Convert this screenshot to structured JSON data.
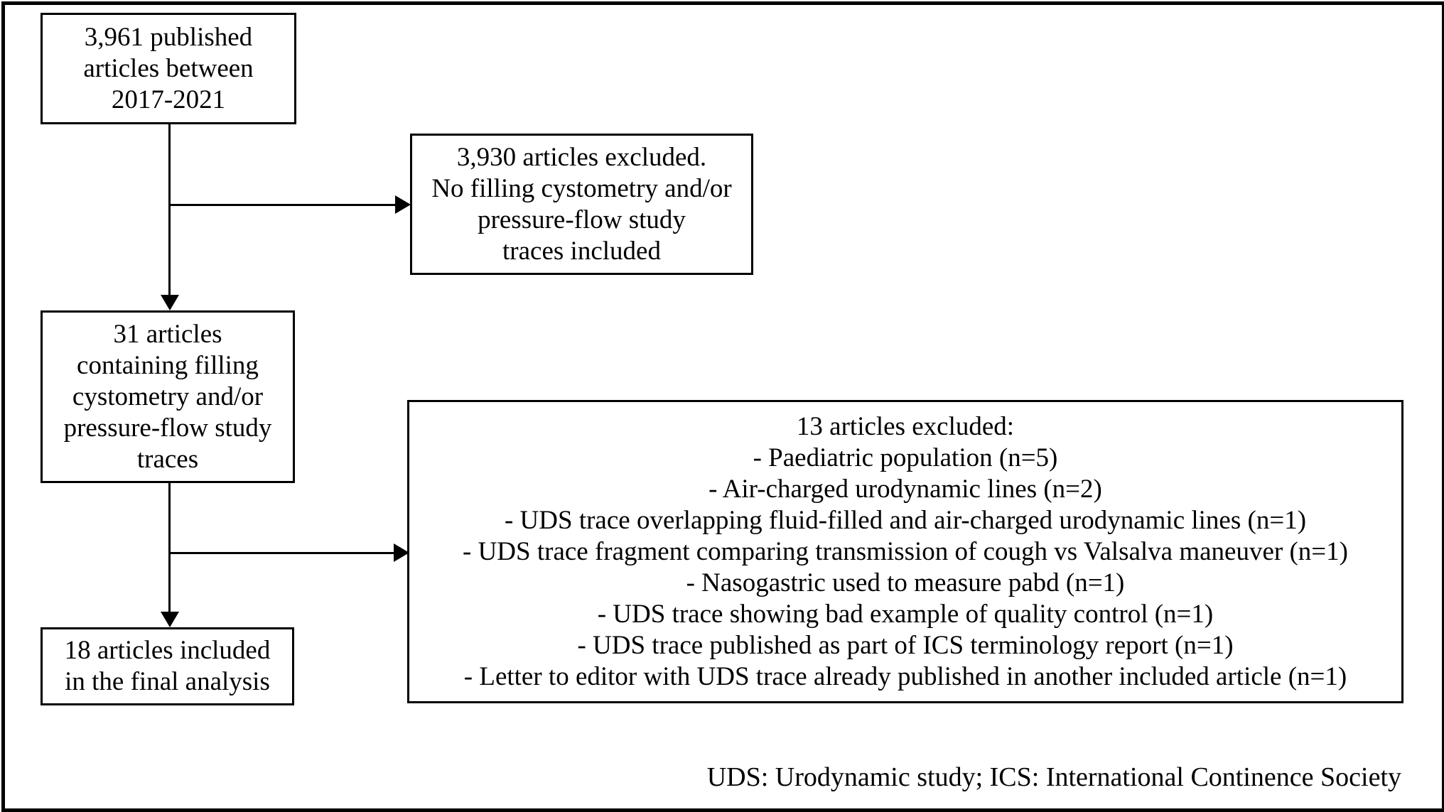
{
  "figure": {
    "type": "article-selection-flowchart",
    "colors": {
      "line": "#000000",
      "background": "#ffffff",
      "text": "#000000"
    },
    "boxes": {
      "published": {
        "text": "3,961 published\narticles between\n2017-2021"
      },
      "excluded_first": {
        "text": "3,930 articles excluded.\nNo filling cystometry and/or\npressure-flow study\ntraces included"
      },
      "with_traces": {
        "text": "31 articles\ncontaining filling\ncystometry and/or\npressure-flow study\ntraces"
      },
      "excluded_second": {
        "title": "13 articles excluded:",
        "items": [
          "- Paediatric population (n=5)",
          "- Air-charged urodynamic lines (n=2)",
          "- UDS trace overlapping fluid-filled and air-charged urodynamic lines (n=1)",
          "- UDS trace fragment comparing transmission of cough vs Valsalva maneuver (n=1)",
          "- Nasogastric used to measure pabd (n=1)",
          "- UDS trace showing bad example of quality control (n=1)",
          "- UDS trace published as part of ICS terminology report (n=1)",
          "- Letter to editor with UDS trace already published in another included article (n=1)"
        ]
      },
      "final": {
        "text": "18 articles included\nin the final analysis"
      }
    },
    "footnote": "UDS: Urodynamic study; ICS: International Continence Society"
  }
}
